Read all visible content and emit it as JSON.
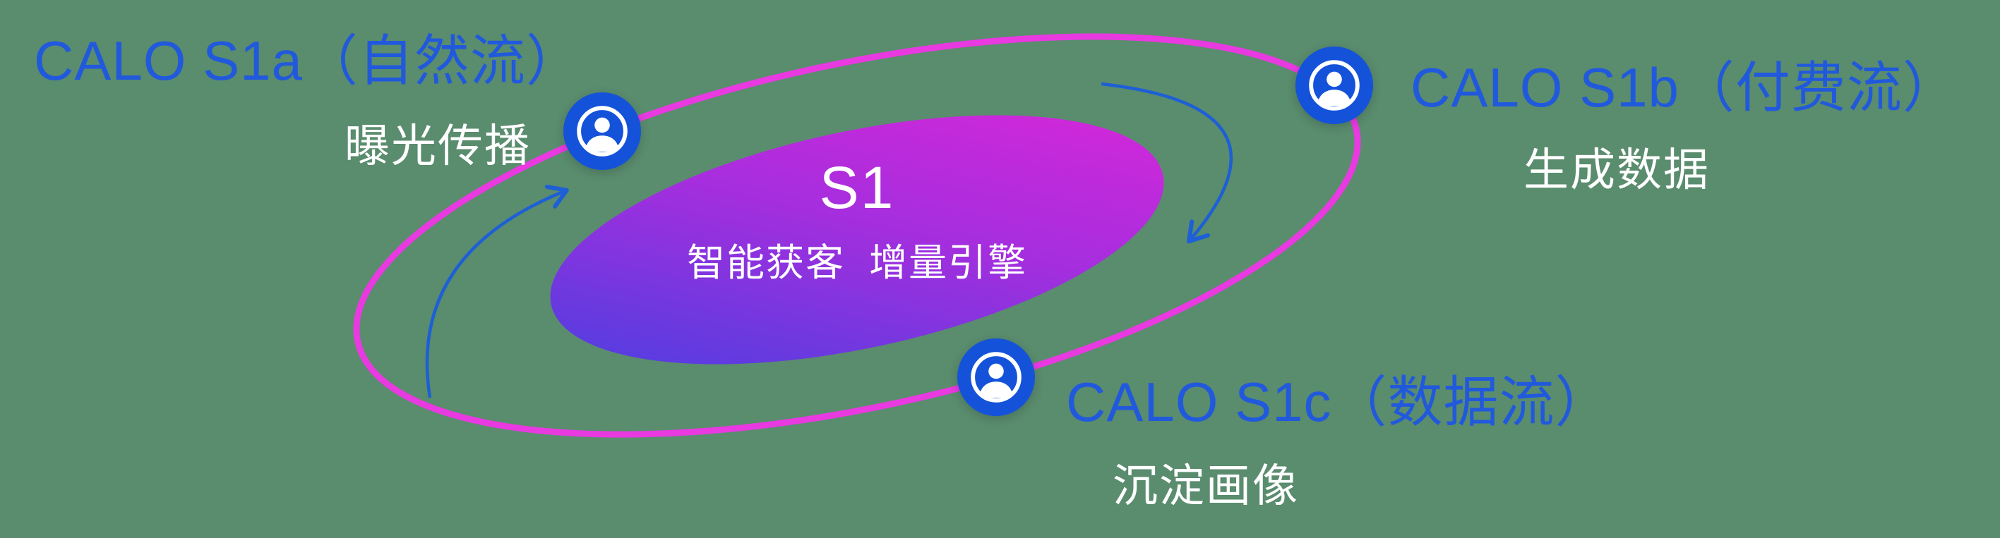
{
  "colors": {
    "background": "#5a8c6e",
    "title_blue": "#2159dd",
    "subtitle_white": "#ffffff",
    "orbit_pink": "#e83ae0",
    "node_blue": "#1552da",
    "arrow_blue": "#1d5fd6",
    "core_gradient_from": "#4a3fe0",
    "core_gradient_to": "#d827d8"
  },
  "core": {
    "title": "S1",
    "subtitle": "智能获客  增量引擎"
  },
  "nodes": [
    {
      "id": "s1a",
      "title": "CALO S1a（自然流）",
      "subtitle": "曝光传播",
      "icon": "person-circle-icon"
    },
    {
      "id": "s1b",
      "title": "CALO S1b（付费流）",
      "subtitle": "生成数据",
      "icon": "person-circle-icon"
    },
    {
      "id": "s1c",
      "title": "CALO S1c（数据流）",
      "subtitle": "沉淀画像",
      "icon": "person-circle-icon"
    }
  ]
}
